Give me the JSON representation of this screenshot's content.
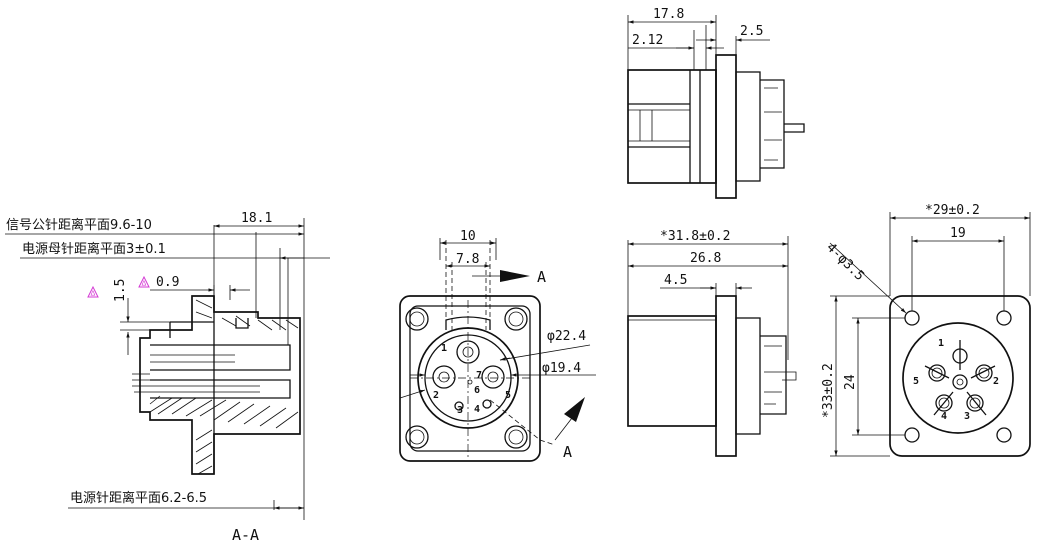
{
  "section_view": {
    "note_signal": "信号公针距离平面9.6-10",
    "note_power_female": "电源母针距离平面3±0.1",
    "note_power_pin": "电源针距离平面6.2-6.5",
    "dim_18_1": "18.1",
    "dim_1_5": "1.5",
    "dim_0_9": "0.9",
    "section_label": "A-A"
  },
  "front_view": {
    "dim_10": "10",
    "dim_7_8": "7.8",
    "dim_d22_4": "φ22.4",
    "dim_d19_4": "φ19.4",
    "arrow_label_top": "A",
    "arrow_label_bottom": "A",
    "pins": [
      "1",
      "2",
      "3",
      "4",
      "5",
      "6",
      "7"
    ]
  },
  "side_top_view": {
    "dim_17_8": "17.8",
    "dim_2_12": "2.12",
    "dim_2_5": "2.5"
  },
  "side_view": {
    "dim_31_8": "*31.8±0.2",
    "dim_26_8": "26.8",
    "dim_4_5": "4.5"
  },
  "rear_view": {
    "dim_29": "*29±0.2",
    "dim_19": "19",
    "dim_hole": "4-φ3.5",
    "dim_33": "*33±0.2",
    "dim_24": "24",
    "pins": [
      "1",
      "2",
      "3",
      "4",
      "5"
    ]
  },
  "colors": {
    "line": "#111111",
    "warning_mark": "#d43ad4"
  },
  "icons": [
    "warning-triangle-icon",
    "section-arrow-icon"
  ]
}
